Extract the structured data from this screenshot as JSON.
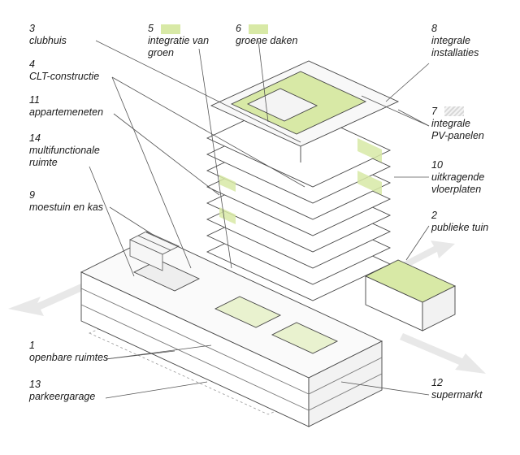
{
  "labels": [
    {
      "num": "3",
      "text": [
        "clubhuis"
      ]
    },
    {
      "num": "4",
      "text": [
        "CLT-constructie"
      ]
    },
    {
      "num": "11",
      "text": [
        "appartemeneten"
      ]
    },
    {
      "num": "14",
      "text": [
        "multifunctionale",
        "ruimte"
      ]
    },
    {
      "num": "9",
      "text": [
        "moestuin en kas"
      ]
    },
    {
      "num": "1",
      "text": [
        "openbare ruimtes"
      ]
    },
    {
      "num": "13",
      "text": [
        "parkeergarage"
      ]
    },
    {
      "num": "5",
      "text": [
        "integratie van",
        "groen"
      ]
    },
    {
      "num": "6",
      "text": [
        "groene daken"
      ]
    },
    {
      "num": "8",
      "text": [
        "integrale",
        "installaties"
      ]
    },
    {
      "num": "7",
      "text": [
        "integrale",
        "PV-panelen"
      ]
    },
    {
      "num": "10",
      "text": [
        "uitkragende",
        "vloerplaten"
      ]
    },
    {
      "num": "2",
      "text": [
        "publieke tuin"
      ]
    },
    {
      "num": "12",
      "text": [
        "supermarkt"
      ]
    }
  ],
  "colors": {
    "green_accent": "#d8e9a6",
    "line": "#444444",
    "arrow": "#e6e6e6"
  }
}
